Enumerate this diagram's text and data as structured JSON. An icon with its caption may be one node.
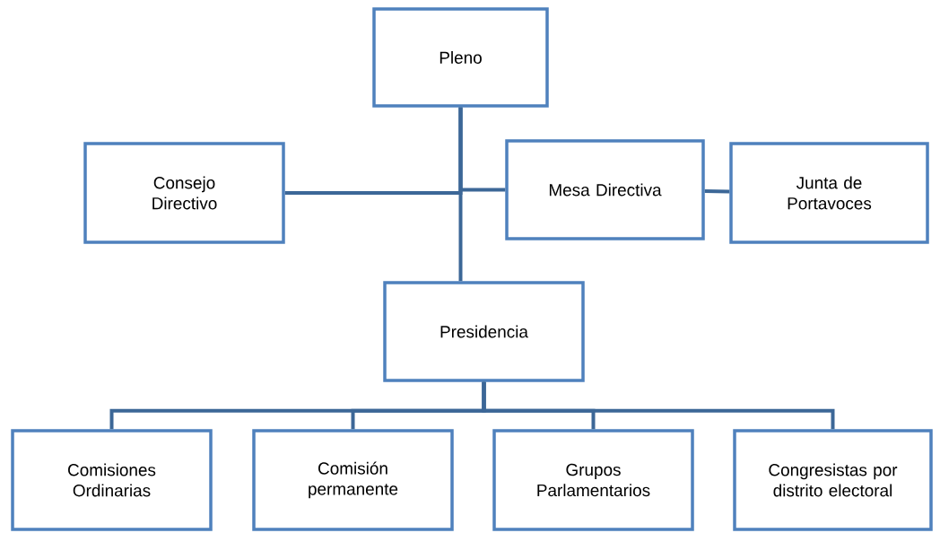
{
  "diagram": {
    "nodes": [
      {
        "text": [
          "Pleno"
        ]
      },
      {
        "text": [
          "Consejo Directivo"
        ]
      },
      {
        "text": [
          "Mesa Directiva"
        ]
      },
      {
        "text": [
          "Junta de Portavoces"
        ]
      },
      {
        "text": [
          "Presidencia"
        ]
      },
      {
        "text": [
          "Comisiones Ordinarias"
        ]
      },
      {
        "text": [
          "Comisión permanente"
        ]
      },
      {
        "text": [
          "Grupos Parlamentarios"
        ]
      },
      {
        "text": [
          "Congresistas por distrito electoral"
        ]
      }
    ],
    "edges": [
      {
        "from": 0,
        "to": 4,
        "arrow": "none"
      },
      {
        "from": 0,
        "to": 1,
        "arrow": "none"
      },
      {
        "from": 0,
        "to": 2,
        "arrow": "none"
      },
      {
        "from": 2,
        "to": 3,
        "arrow": "none"
      },
      {
        "from": 4,
        "to": 5,
        "arrow": "none"
      },
      {
        "from": 4,
        "to": 6,
        "arrow": "none"
      },
      {
        "from": 4,
        "to": 7,
        "arrow": "none"
      },
      {
        "from": 4,
        "to": 8,
        "arrow": "none"
      }
    ]
  }
}
